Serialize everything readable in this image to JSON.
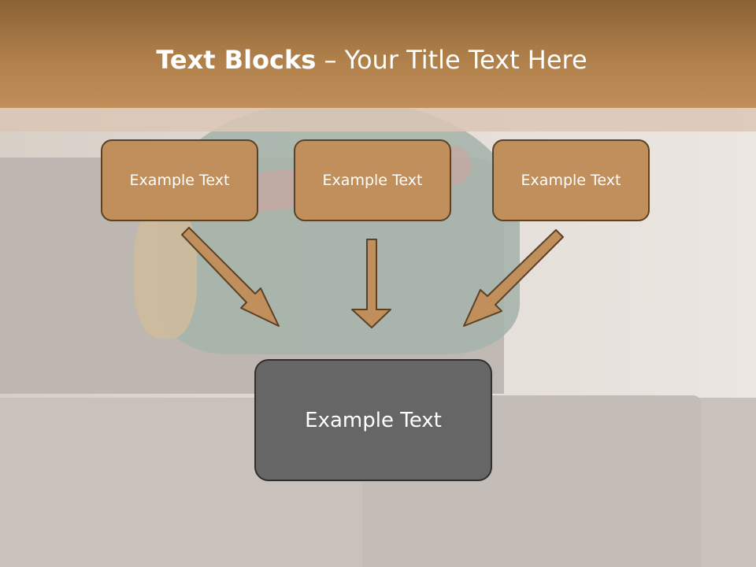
{
  "slide": {
    "title_bold": "Text Blocks",
    "title_separator": " – ",
    "title_rest": "Your Title Text Here"
  },
  "boxes": {
    "left": "Example Text",
    "center": "Example Text",
    "right": "Example Text",
    "bottom": "Example Text"
  },
  "colors": {
    "header": "#b0804b",
    "box_fill": "#c08f5b",
    "box_border": "#5b4227",
    "bottom_box_fill": "#666666",
    "arrow_fill": "#c08f5b"
  }
}
